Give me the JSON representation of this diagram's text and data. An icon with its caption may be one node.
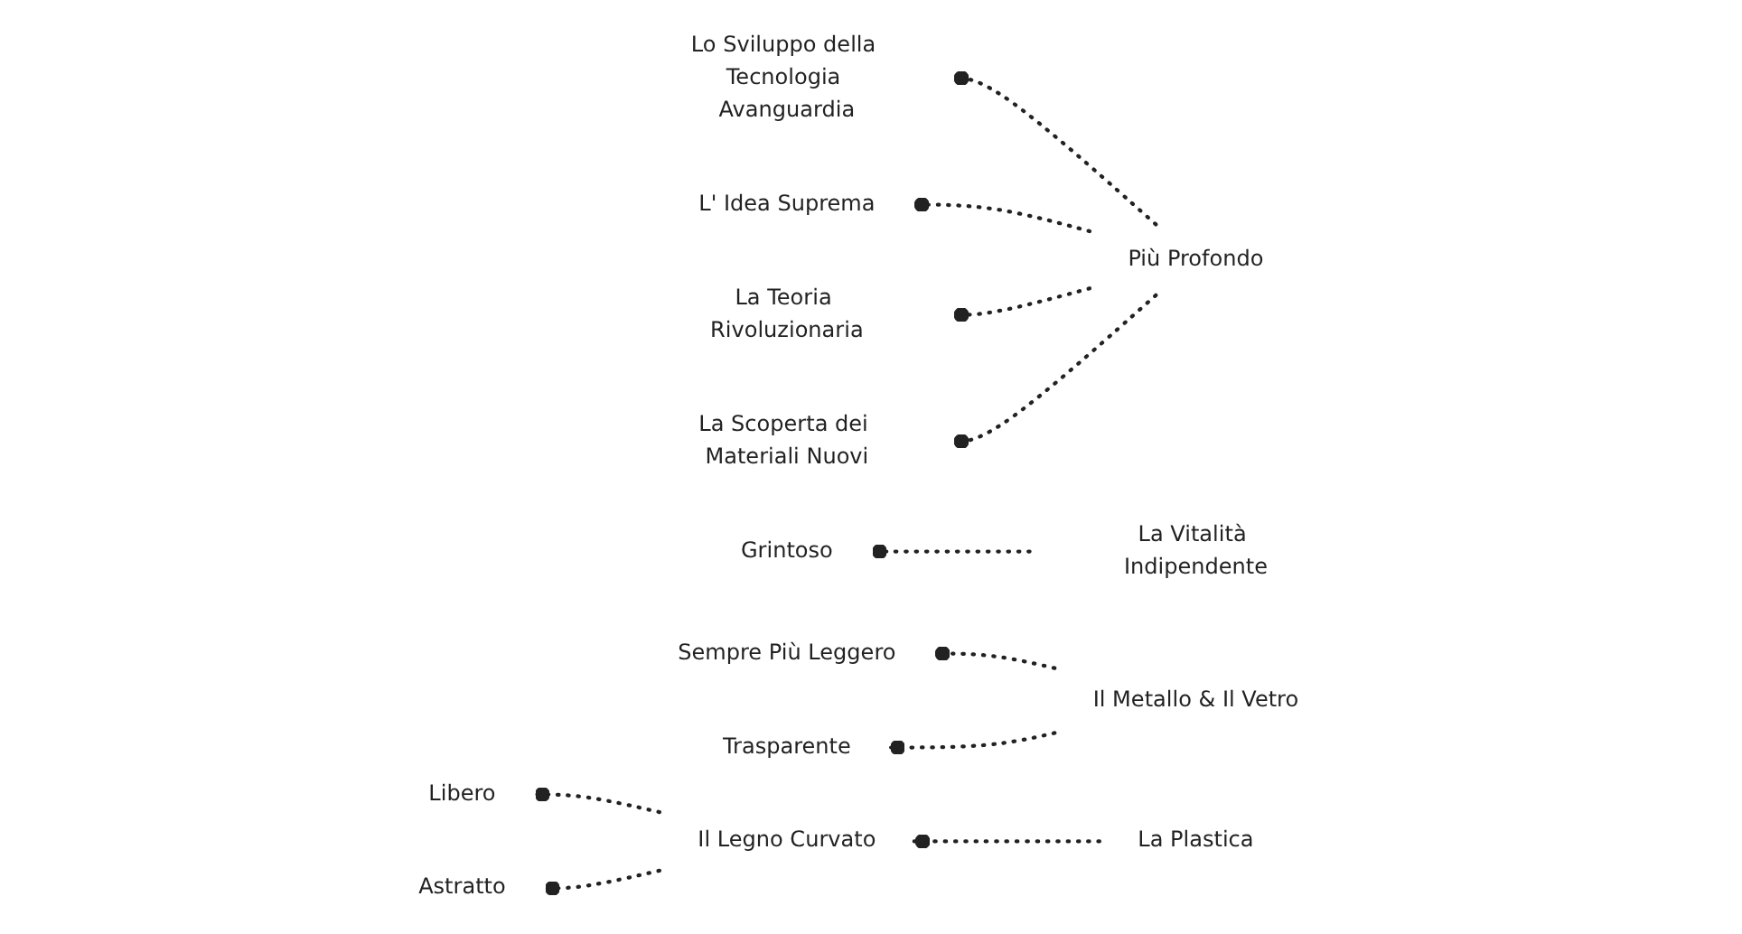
{
  "diagram": {
    "nodes": [
      {
        "text": [
          "Lo Sviluppo della Tecnologia Avanguardia"
        ]
      },
      {
        "text": [
          "L' Idea Suprema"
        ]
      },
      {
        "text": [
          "La Teoria Rivoluzionaria"
        ]
      },
      {
        "text": [
          "La Scoperta dei Materiali Nuovi"
        ]
      },
      {
        "text": [
          "Più Profondo"
        ]
      },
      {
        "text": [
          "Grintoso"
        ]
      },
      {
        "text": [
          "La Vitalità Indipendente"
        ]
      },
      {
        "text": [
          "Sempre Più Leggero"
        ]
      },
      {
        "text": [
          "Il Metallo & Il Vetro"
        ]
      },
      {
        "text": [
          "Trasparente"
        ]
      },
      {
        "text": [
          "La Plastica"
        ]
      },
      {
        "text": [
          "Libero"
        ]
      },
      {
        "text": [
          "Il Legno Curvato"
        ]
      },
      {
        "text": [
          "Astratto"
        ]
      }
    ],
    "edges": [
      {
        "from": 4,
        "to": 0,
        "arrow": "other",
        "style": "dashed"
      },
      {
        "from": 4,
        "to": 1,
        "arrow": "other",
        "style": "dashed"
      },
      {
        "from": 4,
        "to": 2,
        "arrow": "other",
        "style": "dashed"
      },
      {
        "from": 4,
        "to": 3,
        "arrow": "other",
        "style": "dashed"
      },
      {
        "from": 6,
        "to": 5,
        "arrow": "other",
        "style": "dashed"
      },
      {
        "from": 8,
        "to": 7,
        "arrow": "other",
        "style": "dashed"
      },
      {
        "from": 8,
        "to": 9,
        "arrow": "other",
        "style": "dashed"
      },
      {
        "from": 10,
        "to": 12,
        "arrow": "other",
        "style": "dashed"
      },
      {
        "from": 12,
        "to": 11,
        "arrow": "other",
        "style": "dashed"
      },
      {
        "from": 12,
        "to": 13,
        "arrow": "other",
        "style": "dashed"
      }
    ]
  }
}
